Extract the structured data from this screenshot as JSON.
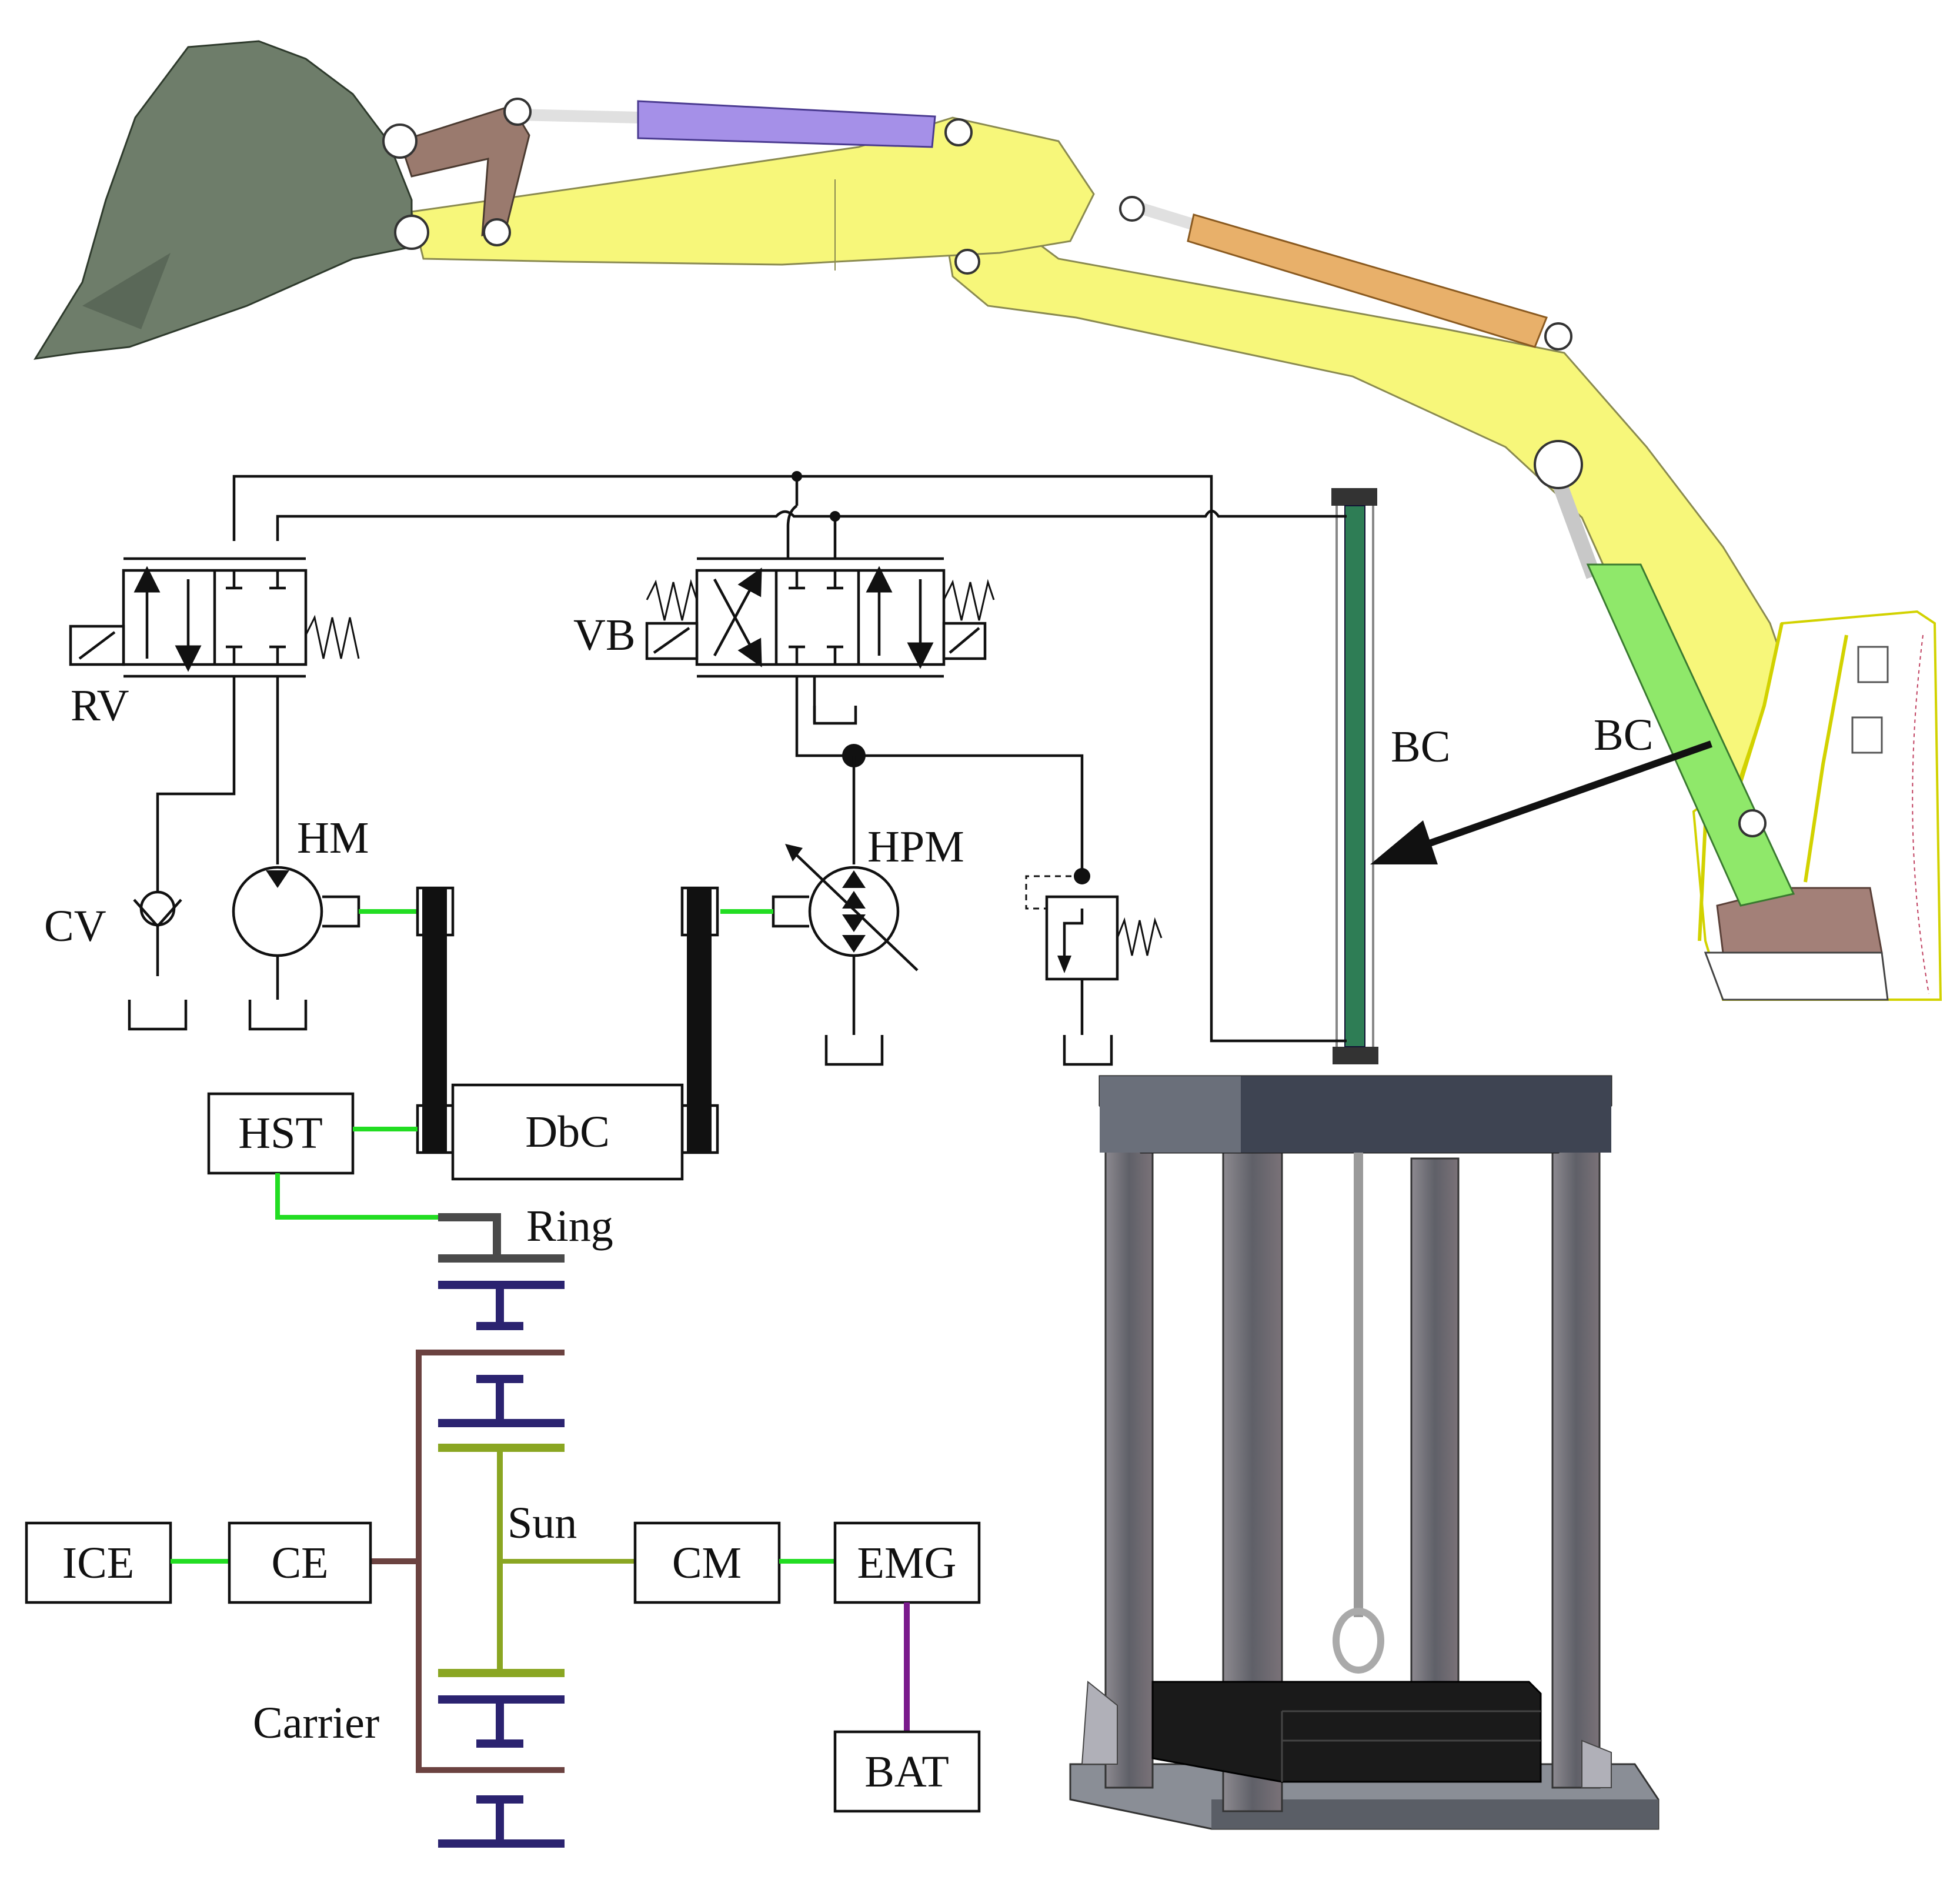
{
  "labels": {
    "rv": "RV",
    "vb": "VB",
    "cv": "CV",
    "hm": "HM",
    "hpm": "HPM",
    "bc_cylinder": "BC",
    "bc_excavator": "BC",
    "hst": "HST",
    "dbc": "DbC",
    "ring": "Ring",
    "sun": "Sun",
    "carrier": "Carrier",
    "ice": "ICE",
    "ce": "CE",
    "cm": "CM",
    "emg": "EMG",
    "bat": "BAT"
  },
  "colors": {
    "line": "#111111",
    "shaft_coupling": "#22dd22",
    "ring": "#4a4a4a",
    "planet": "#2b2370",
    "carrier": "#6b4240",
    "sun": "#8aa622",
    "battery_link": "#7a1a8c",
    "boom_yellow": "#f7f77a",
    "arm_cylinder": "#a590e8",
    "bucket_cylinder": "#e8b06a",
    "boom_cylinder": "#8fe86a",
    "bucket": "#6e7d6a",
    "linkage": "#9a7a6e",
    "test_cylinder": "#2e7d55",
    "frame": "#6f6f78"
  }
}
